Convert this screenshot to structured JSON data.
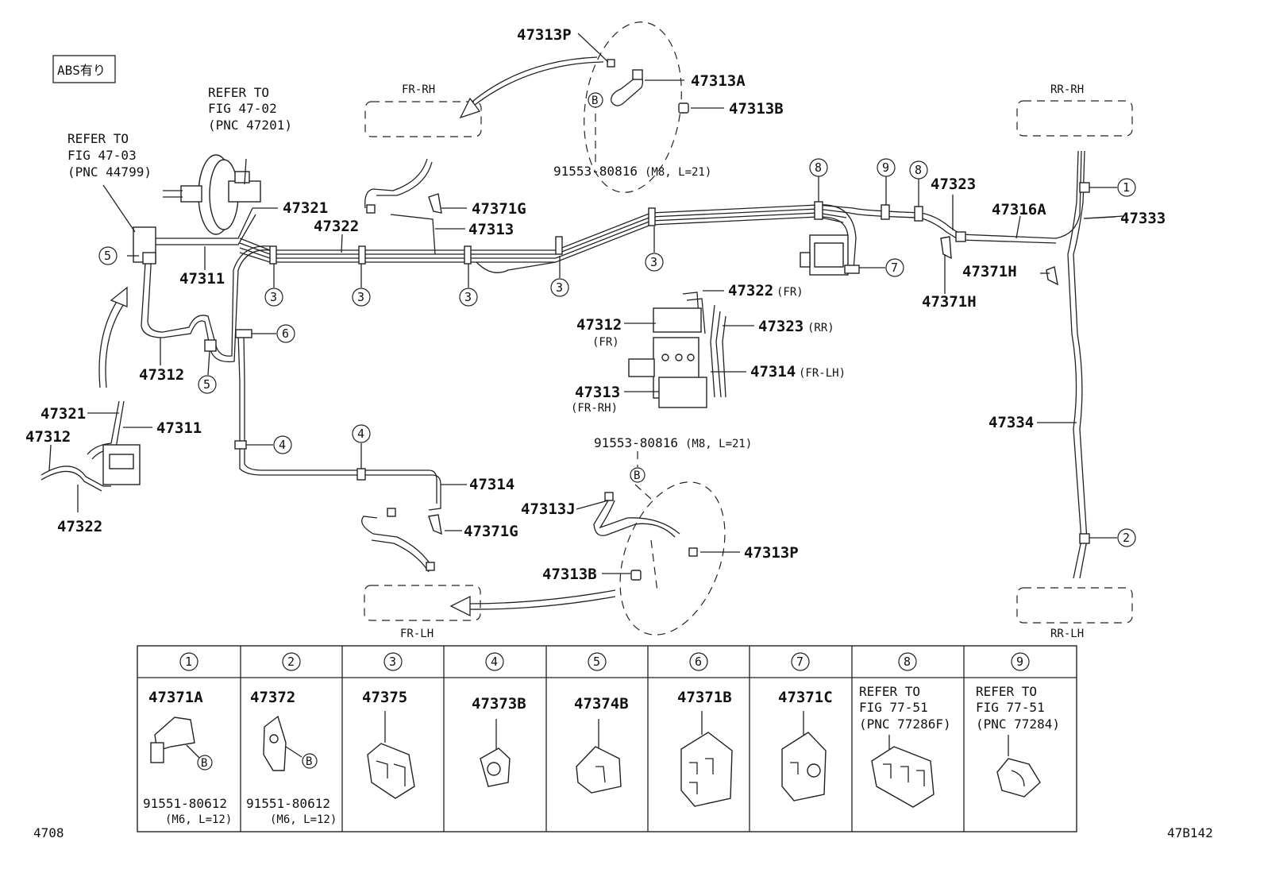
{
  "badge": "ABS有り",
  "refer": {
    "fig4702": [
      "REFER TO",
      "FIG 47-02",
      "(PNC 47201)"
    ],
    "fig4703": [
      "REFER TO",
      "FIG 47-03",
      "(PNC 44799)"
    ]
  },
  "wheels": {
    "fr_rh": "FR-RH",
    "fr_lh": "FR-LH",
    "rr_rh": "RR-RH",
    "rr_lh": "RR-LH"
  },
  "labels": {
    "p47313P_top": "47313P",
    "p47313A": "47313A",
    "p47313B_top": "47313B",
    "bolt_top": "91553-80816",
    "bolt_top_spec": "(M8, L=21)",
    "p47321_a": "47321",
    "p47322_a": "47322",
    "p47311_a": "47311",
    "p47312_a": "47312",
    "p47371G_top": "47371G",
    "p47313_top": "47313",
    "p47323": "47323",
    "p47316A": "47316A",
    "p47333": "47333",
    "p47371H_a": "47371H",
    "p47371H_b": "47371H",
    "p47322_fr": "47322",
    "p47322_fr_tag": "(FR)",
    "p47312_fr": "47312",
    "p47312_fr_tag": "(FR)",
    "p47323_rr": "47323",
    "p47323_rr_tag": "(RR)",
    "p47314_frlh": "47314",
    "p47314_frlh_tag": "(FR-LH)",
    "p47313_frrh": "47313",
    "p47313_frrh_tag": "(FR-RH)",
    "p47334": "47334",
    "p47321_b": "47321",
    "p47311_b": "47311",
    "p47312_b": "47312",
    "p47322_b": "47322",
    "bolt_bot": "91553-80816",
    "bolt_bot_spec": "(M8, L=21)",
    "p47314": "47314",
    "p47313J": "47313J",
    "p47371G_bot": "47371G",
    "p47313P_bot": "47313P",
    "p47313B_bot": "47313B"
  },
  "callouts": {
    "c1": "1",
    "c2": "2",
    "c3": "3",
    "c4": "4",
    "c5": "5",
    "c6": "6",
    "c7": "7",
    "c8": "8",
    "c9": "9",
    "b": "B"
  },
  "table": [
    {
      "num": "1",
      "part": "47371A",
      "bolt": "91551-80612",
      "spec": "(M6, L=12)"
    },
    {
      "num": "2",
      "part": "47372",
      "bolt": "91551-80612",
      "spec": "(M6, L=12)"
    },
    {
      "num": "3",
      "part": "47375"
    },
    {
      "num": "4",
      "part": "47373B"
    },
    {
      "num": "5",
      "part": "47374B"
    },
    {
      "num": "6",
      "part": "47371B"
    },
    {
      "num": "7",
      "part": "47371C"
    },
    {
      "num": "8",
      "ref": [
        "REFER TO",
        "FIG 77-51",
        "(PNC 77286F)"
      ]
    },
    {
      "num": "9",
      "ref": [
        "REFER TO",
        "FIG 77-51",
        "(PNC 77284)"
      ]
    }
  ],
  "footer": {
    "left": "4708",
    "right": "47B142"
  }
}
